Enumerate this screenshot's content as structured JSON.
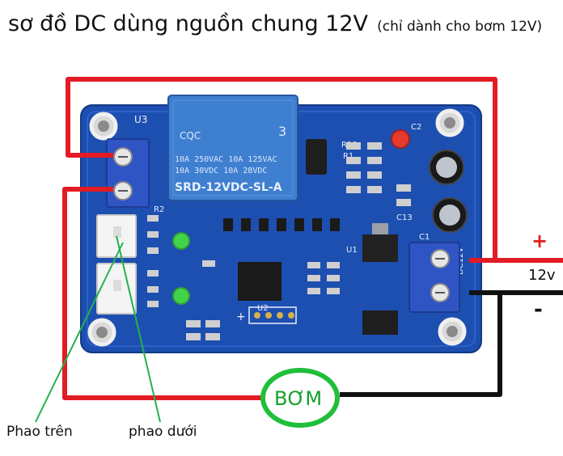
{
  "title": "sơ đồ DC dùng nguồn chung 12V",
  "title_note": "(chỉ dành cho bơm 12V)",
  "relay": {
    "brand": "CQC",
    "line1": "10A 250VAC  10A 125VAC",
    "line2": "10A  30VDC  10A  28VDC",
    "model": "SRD-12VDC-SL-A",
    "number": "3"
  },
  "board_labels": {
    "u3": "U3",
    "u1": "U1",
    "u2": "U2",
    "r2": "R2",
    "c1": "C1",
    "c2": "C2",
    "c13": "C13",
    "r1": "R1",
    "r10": "R10",
    "dc12v": "DC12V",
    "plus_pin": "+"
  },
  "power": {
    "plus": "+",
    "voltage": "12v",
    "minus": "-"
  },
  "pump_label": "BƠM",
  "float_top": "Phao trên",
  "float_bottom": "phao dưới",
  "colors": {
    "wire_positive": "#e21b24",
    "wire_negative": "#111111",
    "float_lines": "#22b24c",
    "pump_ring": "#1fbf3a",
    "pcb": "#1d4fb0",
    "relay": "#3f7fd0",
    "terminal": "#2f55c4"
  }
}
